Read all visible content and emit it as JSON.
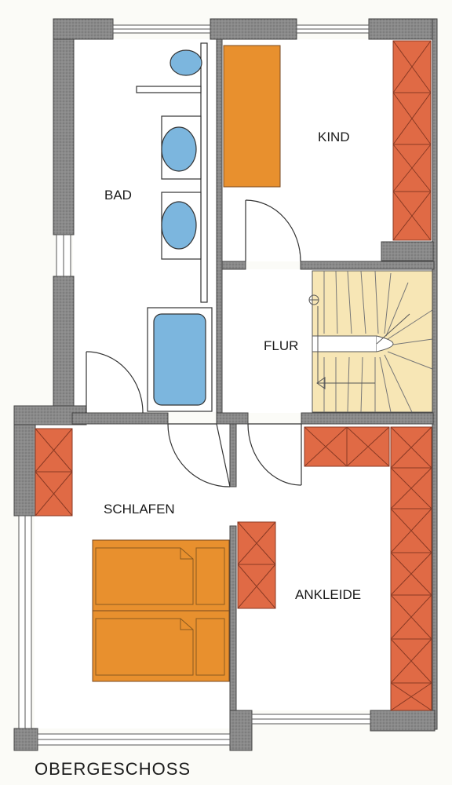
{
  "plan": {
    "title": "OBERGESCHOSS",
    "rooms": {
      "bad": "BAD",
      "kind": "KIND",
      "flur": "FLUR",
      "schlafen": "SCHLAFEN",
      "ankleide": "ANKLEIDE"
    }
  },
  "colors": {
    "wall": "#7a7a7a",
    "wardrobe": "#e06a45",
    "bed": "#e8902e",
    "desk": "#e8902e",
    "fixture": "#7cb6de",
    "stairs": "#f7e6b5",
    "floor": "#ffffff"
  }
}
